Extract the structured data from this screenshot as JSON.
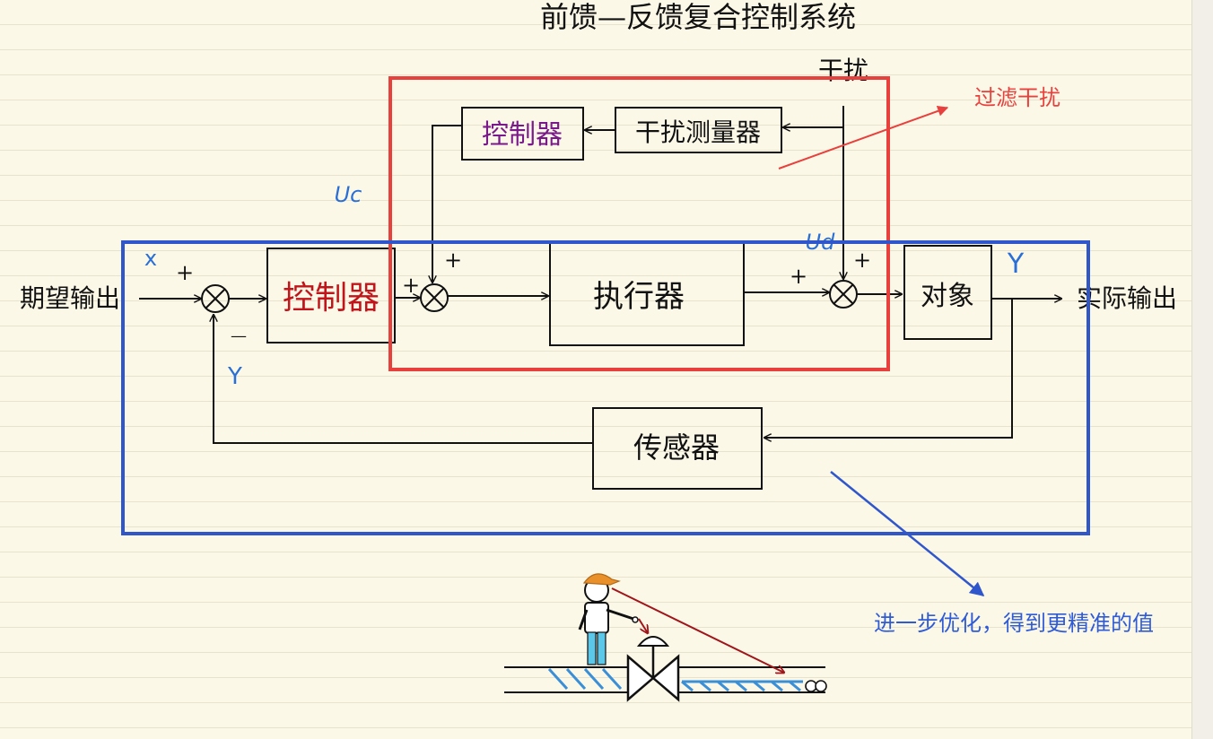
{
  "title": "前馈—反馈复合控制系统",
  "labels": {
    "disturbance": "干扰",
    "controller_top": "控制器",
    "disturbance_meter": "干扰测量器",
    "controller_main": "控制器",
    "actuator": "执行器",
    "object": "对象",
    "sensor": "传感器",
    "desired_output": "期望输出",
    "actual_output": "实际输出",
    "signal_x": "x",
    "signal_y_out": "Y",
    "signal_y_fb": "Y",
    "signal_uc": "Uc",
    "signal_ud": "Ud",
    "plus": "+",
    "minus": "—"
  },
  "annotations": {
    "red": "过滤干扰",
    "blue": "进一步优化，得到更精准的值"
  },
  "colors": {
    "red": "#e8403c",
    "blue": "#3056cc",
    "annotation_blue": "#2f5bd6",
    "controller_red": "#c0151a",
    "controller_purple": "#7a1a8a",
    "signal_blue": "#2a6fd6",
    "ink": "#111111",
    "pipe_hatch": "#3b8fd6"
  }
}
